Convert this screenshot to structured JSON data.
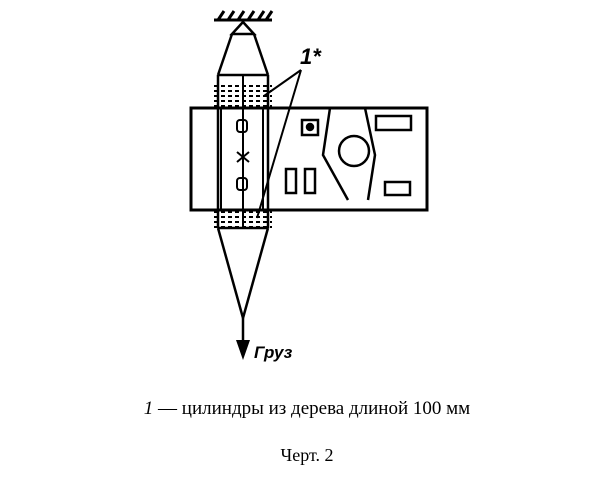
{
  "figure": {
    "callout_label": "1*",
    "load_label": "Груз"
  },
  "legend": {
    "number": "1",
    "text": " — цилиндры из дерева длиной 100 мм"
  },
  "chart_no": "Черт. 2"
}
